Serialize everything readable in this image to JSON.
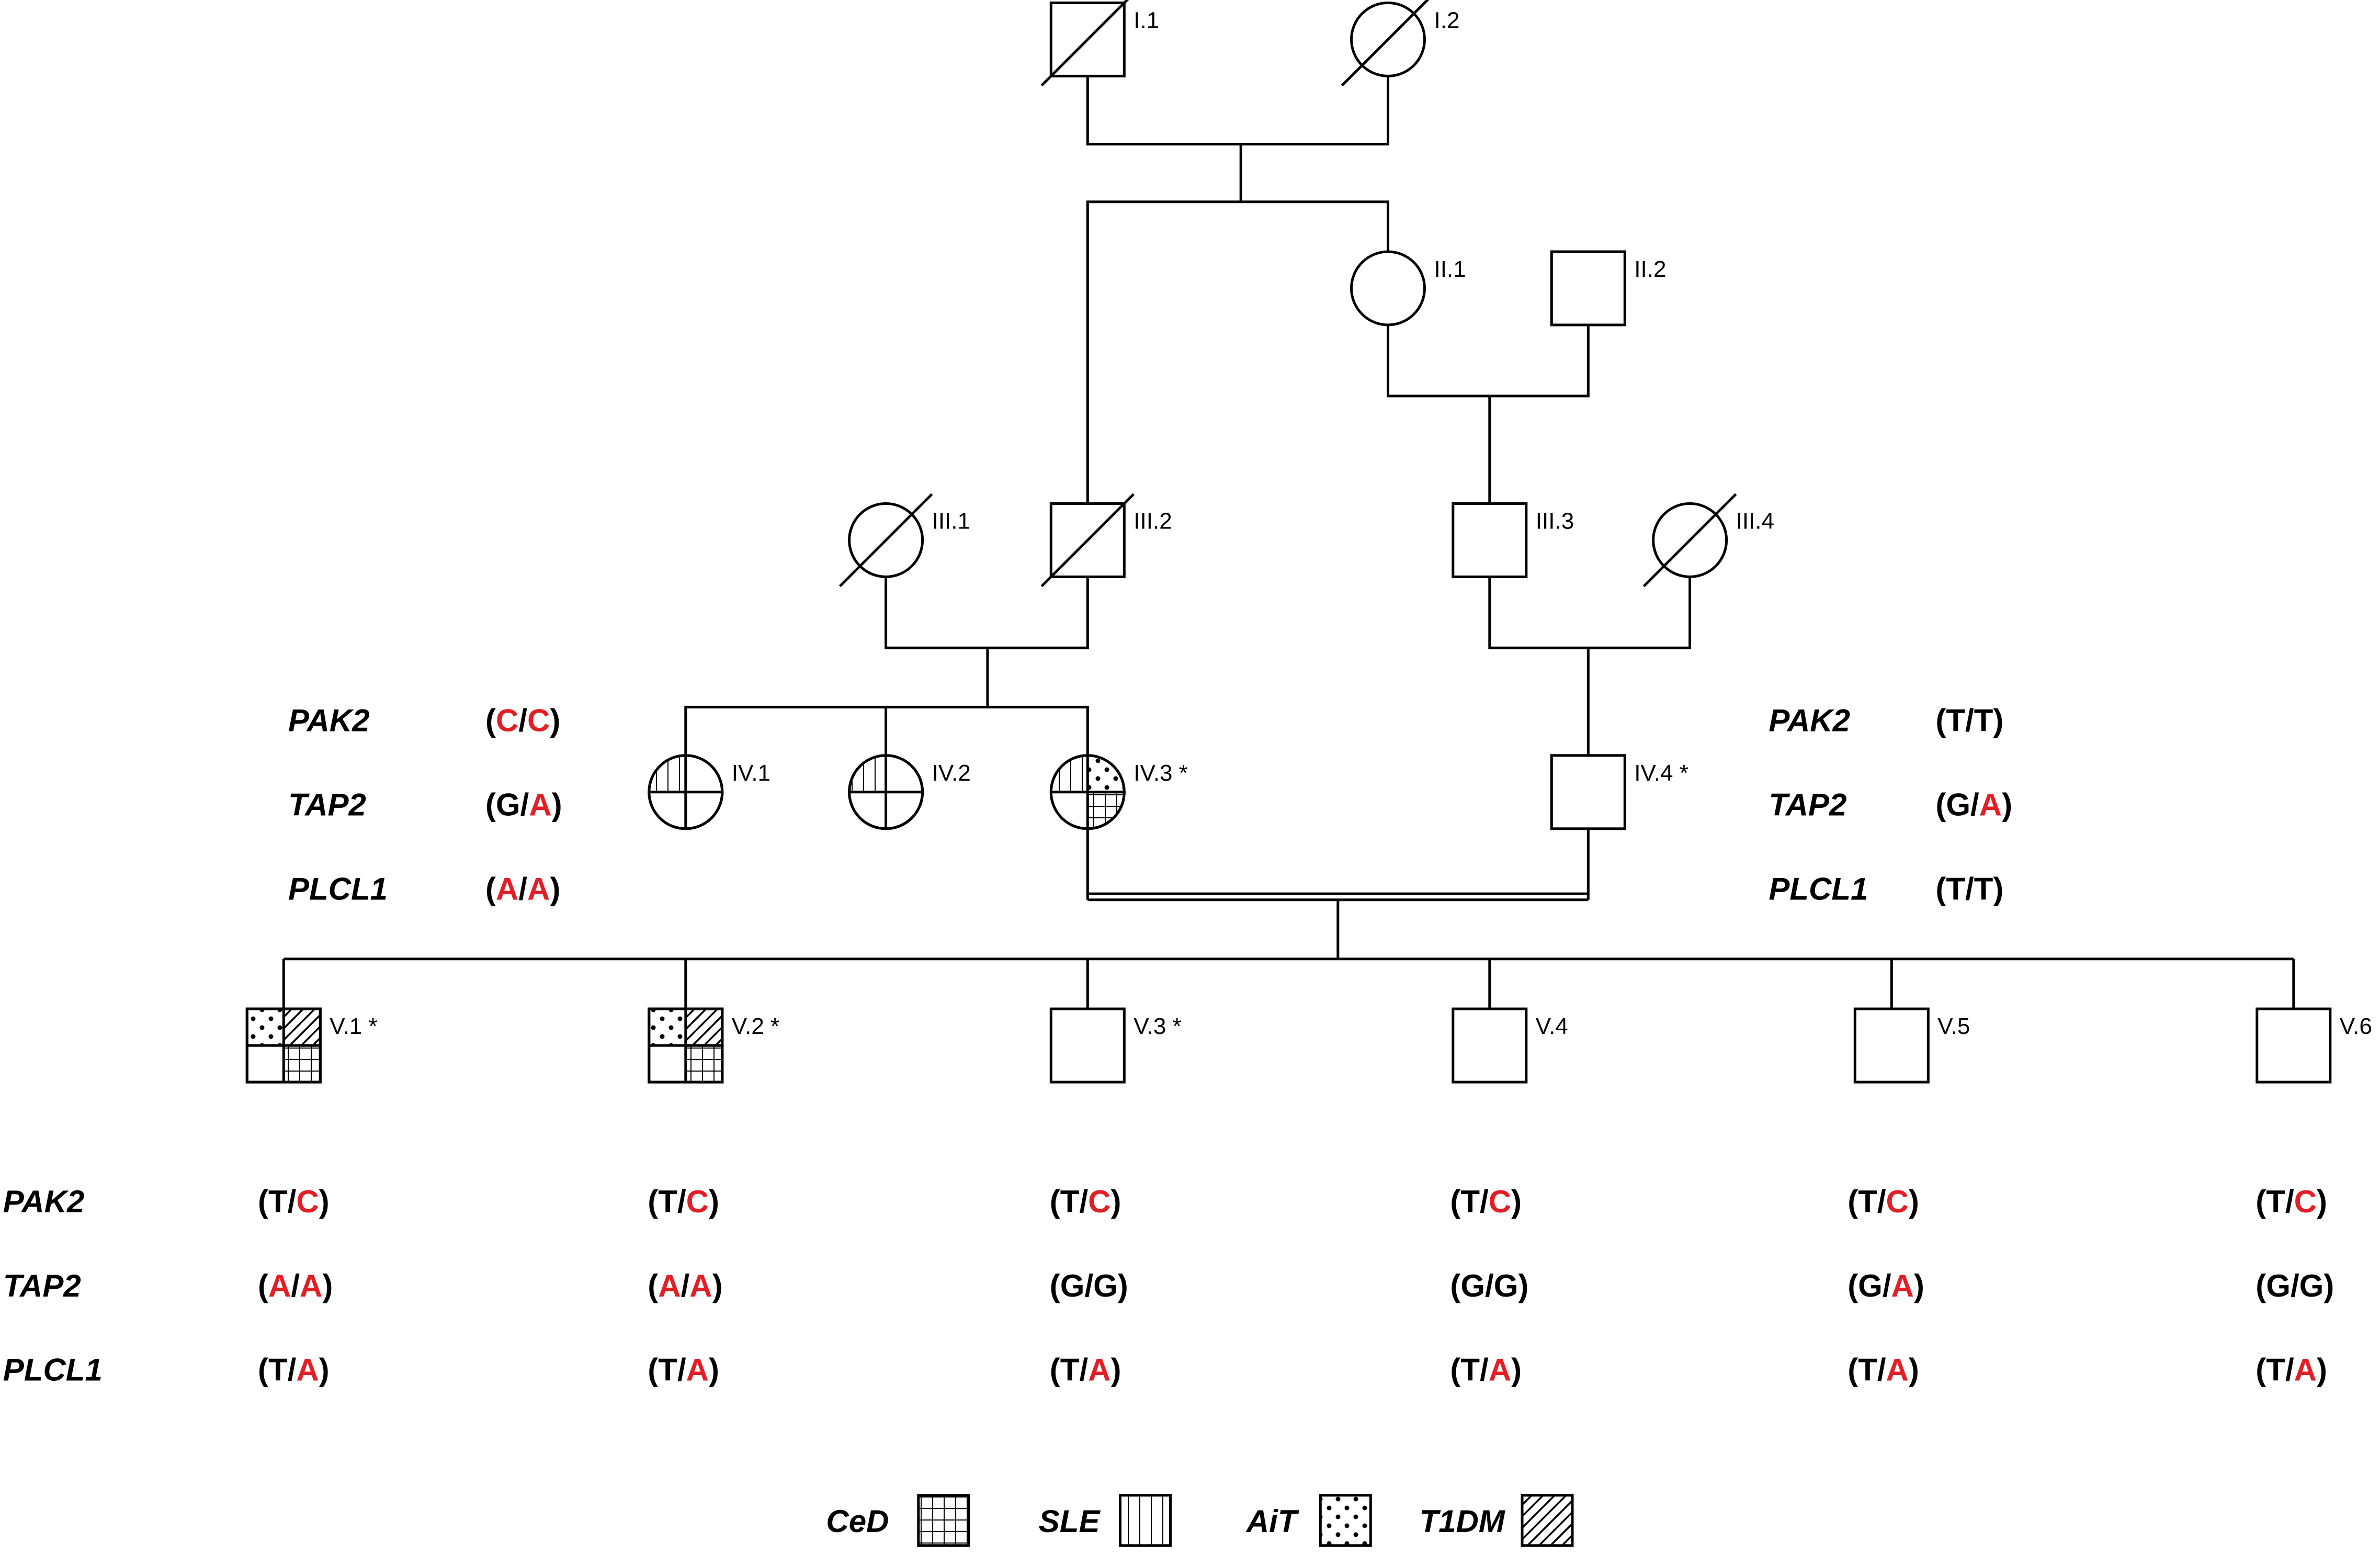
{
  "colors": {
    "ink": "#000000",
    "variant": "#e31e24",
    "background": "#ffffff"
  },
  "individuals": [
    {
      "id": "I.1",
      "label": "I.1",
      "sex": "male",
      "deceased": true,
      "traits": []
    },
    {
      "id": "I.2",
      "label": "I.2",
      "sex": "female",
      "deceased": true,
      "traits": []
    },
    {
      "id": "II.1",
      "label": "II.1",
      "sex": "female",
      "deceased": false,
      "traits": []
    },
    {
      "id": "II.2",
      "label": "II.2",
      "sex": "male",
      "deceased": false,
      "traits": []
    },
    {
      "id": "III.1",
      "label": "III.1",
      "sex": "female",
      "deceased": true,
      "traits": []
    },
    {
      "id": "III.2",
      "label": "III.2",
      "sex": "male",
      "deceased": true,
      "traits": []
    },
    {
      "id": "III.3",
      "label": "III.3",
      "sex": "male",
      "deceased": false,
      "traits": []
    },
    {
      "id": "III.4",
      "label": "III.4",
      "sex": "female",
      "deceased": true,
      "traits": []
    },
    {
      "id": "IV.1",
      "label": "IV.1",
      "sex": "female",
      "deceased": false,
      "traits": [
        "SLE"
      ]
    },
    {
      "id": "IV.2",
      "label": "IV.2",
      "sex": "female",
      "deceased": false,
      "traits": [
        "SLE"
      ]
    },
    {
      "id": "IV.3",
      "label": "IV.3 *",
      "sex": "female",
      "deceased": false,
      "traits": [
        "SLE",
        "AiT",
        "CeD"
      ]
    },
    {
      "id": "IV.4",
      "label": "IV.4 *",
      "sex": "male",
      "deceased": false,
      "traits": []
    },
    {
      "id": "V.1",
      "label": "V.1 *",
      "sex": "male",
      "deceased": false,
      "traits": [
        "AiT",
        "T1DM",
        "CeD"
      ]
    },
    {
      "id": "V.2",
      "label": "V.2 *",
      "sex": "male",
      "deceased": false,
      "traits": [
        "AiT",
        "T1DM",
        "CeD"
      ]
    },
    {
      "id": "V.3",
      "label": "V.3 *",
      "sex": "male",
      "deceased": false,
      "traits": []
    },
    {
      "id": "V.4",
      "label": "V.4",
      "sex": "male",
      "deceased": false,
      "traits": []
    },
    {
      "id": "V.5",
      "label": "V.5",
      "sex": "male",
      "deceased": false,
      "traits": []
    },
    {
      "id": "V.6",
      "label": "V.6",
      "sex": "male",
      "deceased": false,
      "traits": []
    }
  ],
  "matings": [
    {
      "partners": [
        "I.1",
        "I.2"
      ],
      "consanguineous": false,
      "children": [
        "III.2",
        "II.1"
      ]
    },
    {
      "partners": [
        "II.1",
        "II.2"
      ],
      "consanguineous": false,
      "children": [
        "III.3"
      ]
    },
    {
      "partners": [
        "III.1",
        "III.2"
      ],
      "consanguineous": false,
      "children": [
        "IV.1",
        "IV.2",
        "IV.3"
      ]
    },
    {
      "partners": [
        "III.3",
        "III.4"
      ],
      "consanguineous": false,
      "children": [
        "IV.4"
      ]
    },
    {
      "partners": [
        "IV.3",
        "IV.4"
      ],
      "consanguineous": true,
      "children": [
        "V.1",
        "V.2",
        "V.3",
        "V.4",
        "V.5",
        "V.6"
      ]
    }
  ],
  "genotype_panels": [
    {
      "for": "IV.3",
      "show_genes": true,
      "rows": [
        {
          "gene": "PAK2",
          "a1": "C",
          "a2": "C",
          "v1": true,
          "v2": true
        },
        {
          "gene": "TAP2",
          "a1": "G",
          "a2": "A",
          "v1": false,
          "v2": true
        },
        {
          "gene": "PLCL1",
          "a1": "A",
          "a2": "A",
          "v1": true,
          "v2": true
        }
      ]
    },
    {
      "for": "IV.4",
      "show_genes": true,
      "rows": [
        {
          "gene": "PAK2",
          "a1": "T",
          "a2": "T",
          "v1": false,
          "v2": false
        },
        {
          "gene": "TAP2",
          "a1": "G",
          "a2": "A",
          "v1": false,
          "v2": true
        },
        {
          "gene": "PLCL1",
          "a1": "T",
          "a2": "T",
          "v1": false,
          "v2": false
        }
      ]
    },
    {
      "for": "V.1",
      "show_genes": true,
      "rows": [
        {
          "gene": "PAK2",
          "a1": "T",
          "a2": "C",
          "v1": false,
          "v2": true
        },
        {
          "gene": "TAP2",
          "a1": "A",
          "a2": "A",
          "v1": true,
          "v2": true
        },
        {
          "gene": "PLCL1",
          "a1": "T",
          "a2": "A",
          "v1": false,
          "v2": true
        }
      ]
    },
    {
      "for": "V.2",
      "show_genes": false,
      "rows": [
        {
          "gene": "PAK2",
          "a1": "T",
          "a2": "C",
          "v1": false,
          "v2": true
        },
        {
          "gene": "TAP2",
          "a1": "A",
          "a2": "A",
          "v1": true,
          "v2": true
        },
        {
          "gene": "PLCL1",
          "a1": "T",
          "a2": "A",
          "v1": false,
          "v2": true
        }
      ]
    },
    {
      "for": "V.3",
      "show_genes": false,
      "rows": [
        {
          "gene": "PAK2",
          "a1": "T",
          "a2": "C",
          "v1": false,
          "v2": true
        },
        {
          "gene": "TAP2",
          "a1": "G",
          "a2": "G",
          "v1": false,
          "v2": false
        },
        {
          "gene": "PLCL1",
          "a1": "T",
          "a2": "A",
          "v1": false,
          "v2": true
        }
      ]
    },
    {
      "for": "V.4",
      "show_genes": false,
      "rows": [
        {
          "gene": "PAK2",
          "a1": "T",
          "a2": "C",
          "v1": false,
          "v2": true
        },
        {
          "gene": "TAP2",
          "a1": "G",
          "a2": "G",
          "v1": false,
          "v2": false
        },
        {
          "gene": "PLCL1",
          "a1": "T",
          "a2": "A",
          "v1": false,
          "v2": true
        }
      ]
    },
    {
      "for": "V.5",
      "show_genes": false,
      "rows": [
        {
          "gene": "PAK2",
          "a1": "T",
          "a2": "C",
          "v1": false,
          "v2": true
        },
        {
          "gene": "TAP2",
          "a1": "G",
          "a2": "A",
          "v1": false,
          "v2": true
        },
        {
          "gene": "PLCL1",
          "a1": "T",
          "a2": "A",
          "v1": false,
          "v2": true
        }
      ]
    },
    {
      "for": "V.6",
      "show_genes": false,
      "rows": [
        {
          "gene": "PAK2",
          "a1": "T",
          "a2": "C",
          "v1": false,
          "v2": true
        },
        {
          "gene": "TAP2",
          "a1": "G",
          "a2": "G",
          "v1": false,
          "v2": false
        },
        {
          "gene": "PLCL1",
          "a1": "T",
          "a2": "A",
          "v1": false,
          "v2": true
        }
      ]
    }
  ],
  "legend": [
    {
      "label": "CeD",
      "pattern": "grid"
    },
    {
      "label": "SLE",
      "pattern": "vertical-lines"
    },
    {
      "label": "AiT",
      "pattern": "dots"
    },
    {
      "label": "T1DM",
      "pattern": "diagonal-hatch"
    }
  ]
}
